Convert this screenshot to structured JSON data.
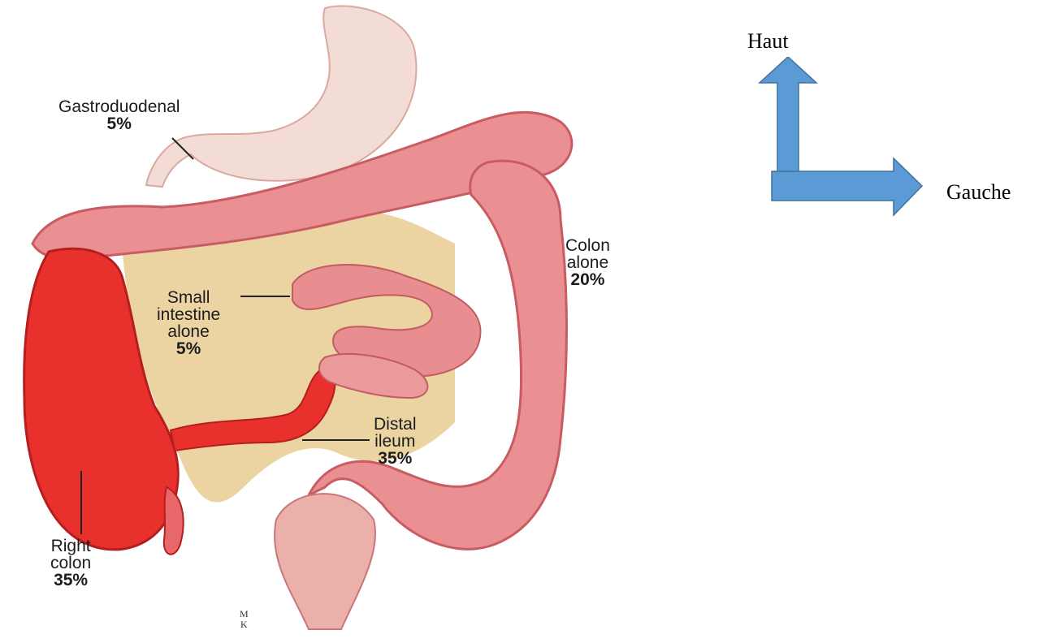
{
  "colors": {
    "intestine": "#e8838a",
    "intestine_light": "#f3b8b4",
    "intestine_dark": "#c9545e",
    "affected_red": "#e8312c",
    "mesentery": "#e6c68a",
    "stomach": "#f4dcd6",
    "arrow": "#5b9bd5",
    "arrow_stroke": "#41719c"
  },
  "labels": {
    "gastroduodenal": {
      "name": "Gastroduodenal",
      "percent": "5%"
    },
    "colon_alone": {
      "line1": "Colon",
      "line2": "alone",
      "percent": "20%"
    },
    "small_intestine": {
      "line1": "Small",
      "line2": "intestine",
      "line3": "alone",
      "percent": "5%"
    },
    "distal_ileum": {
      "line1": "Distal",
      "line2": "ileum",
      "percent": "35%"
    },
    "right_colon": {
      "line1": "Right",
      "line2": "colon",
      "percent": "35%"
    }
  },
  "orientation": {
    "up_label": "Haut",
    "left_label": "Gauche",
    "icons": [
      "arrow-up-icon",
      "arrow-right-icon"
    ]
  }
}
